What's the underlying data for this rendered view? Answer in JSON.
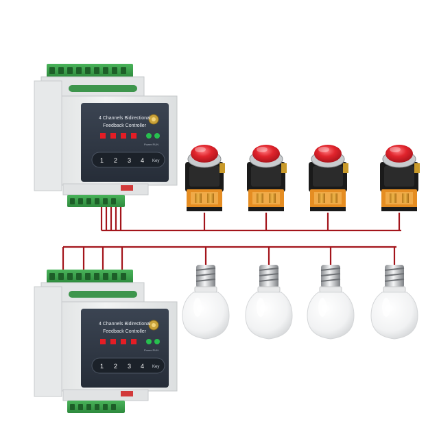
{
  "controllers": [
    {
      "title_line1": "4 Channels Bidirectional",
      "title_line2": "Feedback Controller",
      "channels": [
        "1",
        "2",
        "3",
        "4"
      ],
      "key_label": "Key",
      "indicator_label": "Power  RUN"
    },
    {
      "title_line1": "4 Channels Bidirectional",
      "title_line2": "Feedback Controller",
      "channels": [
        "1",
        "2",
        "3",
        "4"
      ],
      "key_label": "Key",
      "indicator_label": "Power  RUN"
    }
  ],
  "push_buttons": {
    "count": 4,
    "cap_color": "#e0242c"
  },
  "bulbs": {
    "count": 4
  },
  "colors": {
    "wire": "#a3141b",
    "terminal_green": "#3aa04b",
    "module_body": "#eef0f0",
    "front_panel": "#2f3846",
    "led_red": "#e41d25",
    "led_green": "#27c04f"
  }
}
